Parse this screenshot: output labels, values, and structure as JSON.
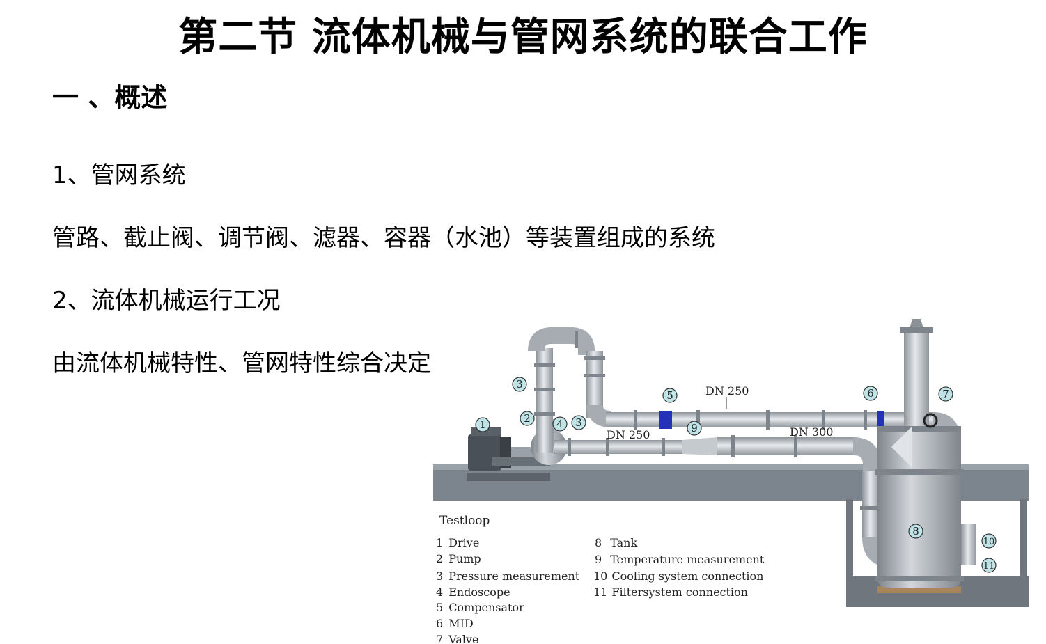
{
  "slide": {
    "title": "第二节 流体机械与管网系统的联合工作",
    "heading": "一 、概述",
    "lines": [
      "1、管网系统",
      "管路、截止阀、调节阀、滤器、容器（水池）等装置组成的系统",
      "2、流体机械运行工况",
      "由流体机械特性、管网特性综合决定"
    ]
  },
  "figure": {
    "caption_title": "Testloop",
    "legend": [
      {
        "num": "1",
        "label": "Drive"
      },
      {
        "num": "2",
        "label": "Pump"
      },
      {
        "num": "3",
        "label": "Pressure measurement"
      },
      {
        "num": "4",
        "label": "Endoscope"
      },
      {
        "num": "5",
        "label": "Compensator"
      },
      {
        "num": "6",
        "label": "MID"
      },
      {
        "num": "7",
        "label": "Valve"
      },
      {
        "num": "8",
        "label": "Tank"
      },
      {
        "num": "9",
        "label": "Temperature measurement"
      },
      {
        "num": "10",
        "label": "Cooling system connection"
      },
      {
        "num": "11",
        "label": "Filtersystem connection"
      }
    ],
    "pipe_labels": {
      "upper": "DN 250",
      "lower_left": "DN 250",
      "lower_right": "DN 300"
    },
    "markers": {
      "m1": "1",
      "m2": "2",
      "m3a": "3",
      "m3b": "3",
      "m4": "4",
      "m5": "5",
      "m6": "6",
      "m7": "7",
      "m8": "8",
      "m9": "9",
      "m10": "10",
      "m11": "11"
    },
    "colors": {
      "pipe": "#b9bec4",
      "frame": "#808891",
      "compensator": "#2432b8",
      "marker_fill": "#bfe3e6"
    }
  }
}
